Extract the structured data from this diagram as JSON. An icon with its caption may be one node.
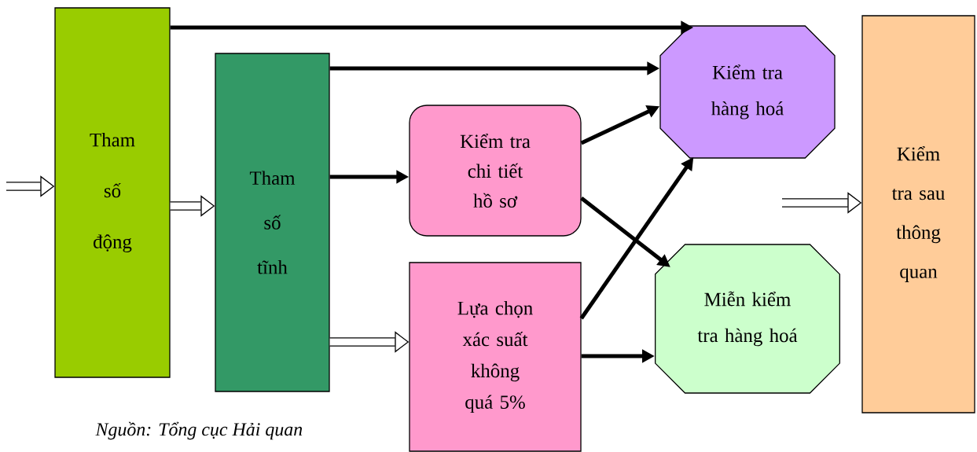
{
  "diagram": {
    "caption": "Nguồn: Tổng cục Hải quan",
    "nodes": [
      {
        "text": [
          "Tham số động"
        ]
      },
      {
        "text": [
          "Tham số tĩnh"
        ]
      },
      {
        "text": [
          "Kiểm tra chi tiết hồ sơ"
        ]
      },
      {
        "text": [
          "Lựa chọn xác suất không quá 5%"
        ]
      },
      {
        "text": [
          "Kiểm tra hàng hoá"
        ]
      },
      {
        "text": [
          "Miễn kiểm tra hàng hoá"
        ]
      },
      {
        "text": [
          "Kiểm tra sau thông quan"
        ]
      }
    ],
    "edges": [
      {
        "from": null,
        "to": 0,
        "arrow": "to",
        "style": "thick"
      },
      {
        "from": 0,
        "to": 1,
        "arrow": "to",
        "style": "thick"
      },
      {
        "from": 0,
        "to": 4,
        "arrow": "to"
      },
      {
        "from": 1,
        "to": 4,
        "arrow": "to"
      },
      {
        "from": 1,
        "to": 2,
        "arrow": "to"
      },
      {
        "from": 1,
        "to": 3,
        "arrow": "to",
        "style": "thick"
      },
      {
        "from": 2,
        "to": 4,
        "arrow": "to"
      },
      {
        "from": 2,
        "to": 5,
        "arrow": "to"
      },
      {
        "from": 3,
        "to": 4,
        "arrow": "to"
      },
      {
        "from": 3,
        "to": 5,
        "arrow": "to"
      },
      {
        "from": null,
        "to": 6,
        "arrow": "to",
        "style": "thick"
      }
    ]
  }
}
